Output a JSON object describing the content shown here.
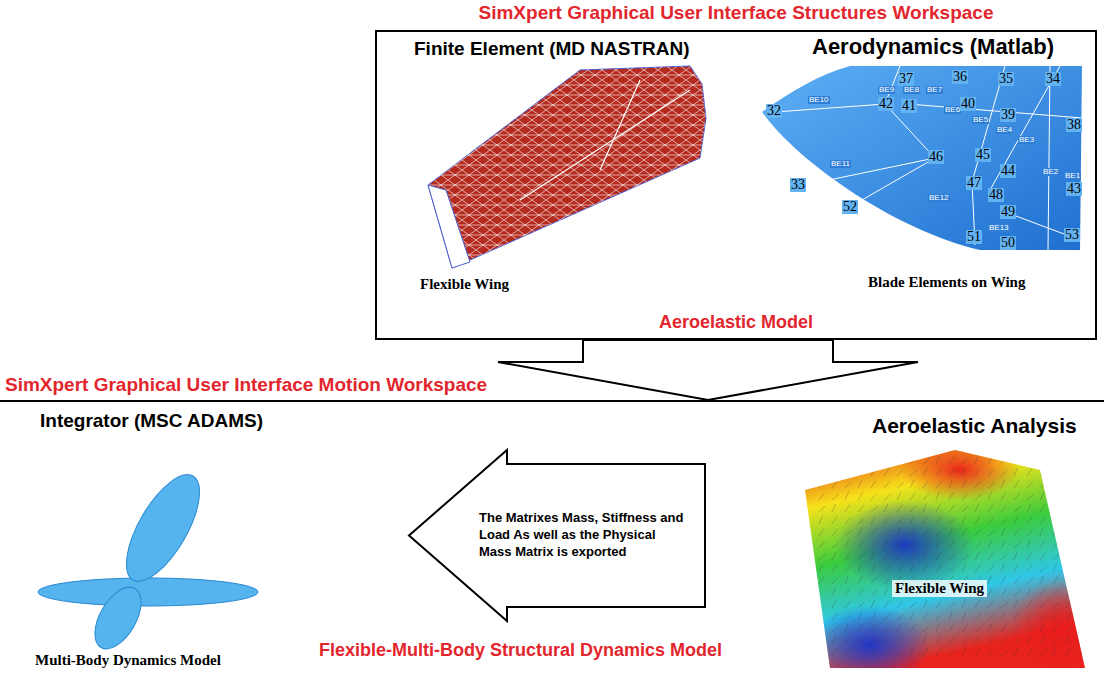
{
  "diagram": {
    "nodes": [
      {
        "text": [
          "SimXpert Graphical User Interface Structures Workspace",
          "Aeroelastic Model"
        ]
      },
      {
        "text": [
          "SimXpert Graphical User Interface Motion Workspace",
          "Flexible-Multi-Body Structural Dynamics Model"
        ]
      },
      {
        "text": [
          "The Matrixes Mass, Stiffness and Load As well as the Physical Mass Matrix is exported"
        ],
        "in": 1
      }
    ],
    "edges": [
      {
        "from": 0,
        "to": 1,
        "arrow": "to"
      }
    ],
    "labels": [
      "Finite Element (MD NASTRAN)",
      "Aerodynamics (Matlab)",
      "37",
      "36",
      "35",
      "34",
      "32",
      "BE10",
      "BE9",
      "BE8",
      "BE7",
      "42",
      "41",
      "BE6",
      "40",
      "BE5",
      "39",
      "BE4",
      "BE3",
      "38",
      "BE11",
      "46",
      "45",
      "44",
      "BE2",
      "BE1",
      "43",
      "33",
      "47",
      "48",
      "BE12",
      "52",
      "49",
      "BE13",
      "51",
      "53",
      "50",
      "Flexible Wing",
      "Blade Elements on Wing",
      "Integrator (MSC ADAMS)",
      "Multi-Body Dynamics Model",
      "Aeroelastic Analysis",
      "Flexible Wing"
    ]
  }
}
